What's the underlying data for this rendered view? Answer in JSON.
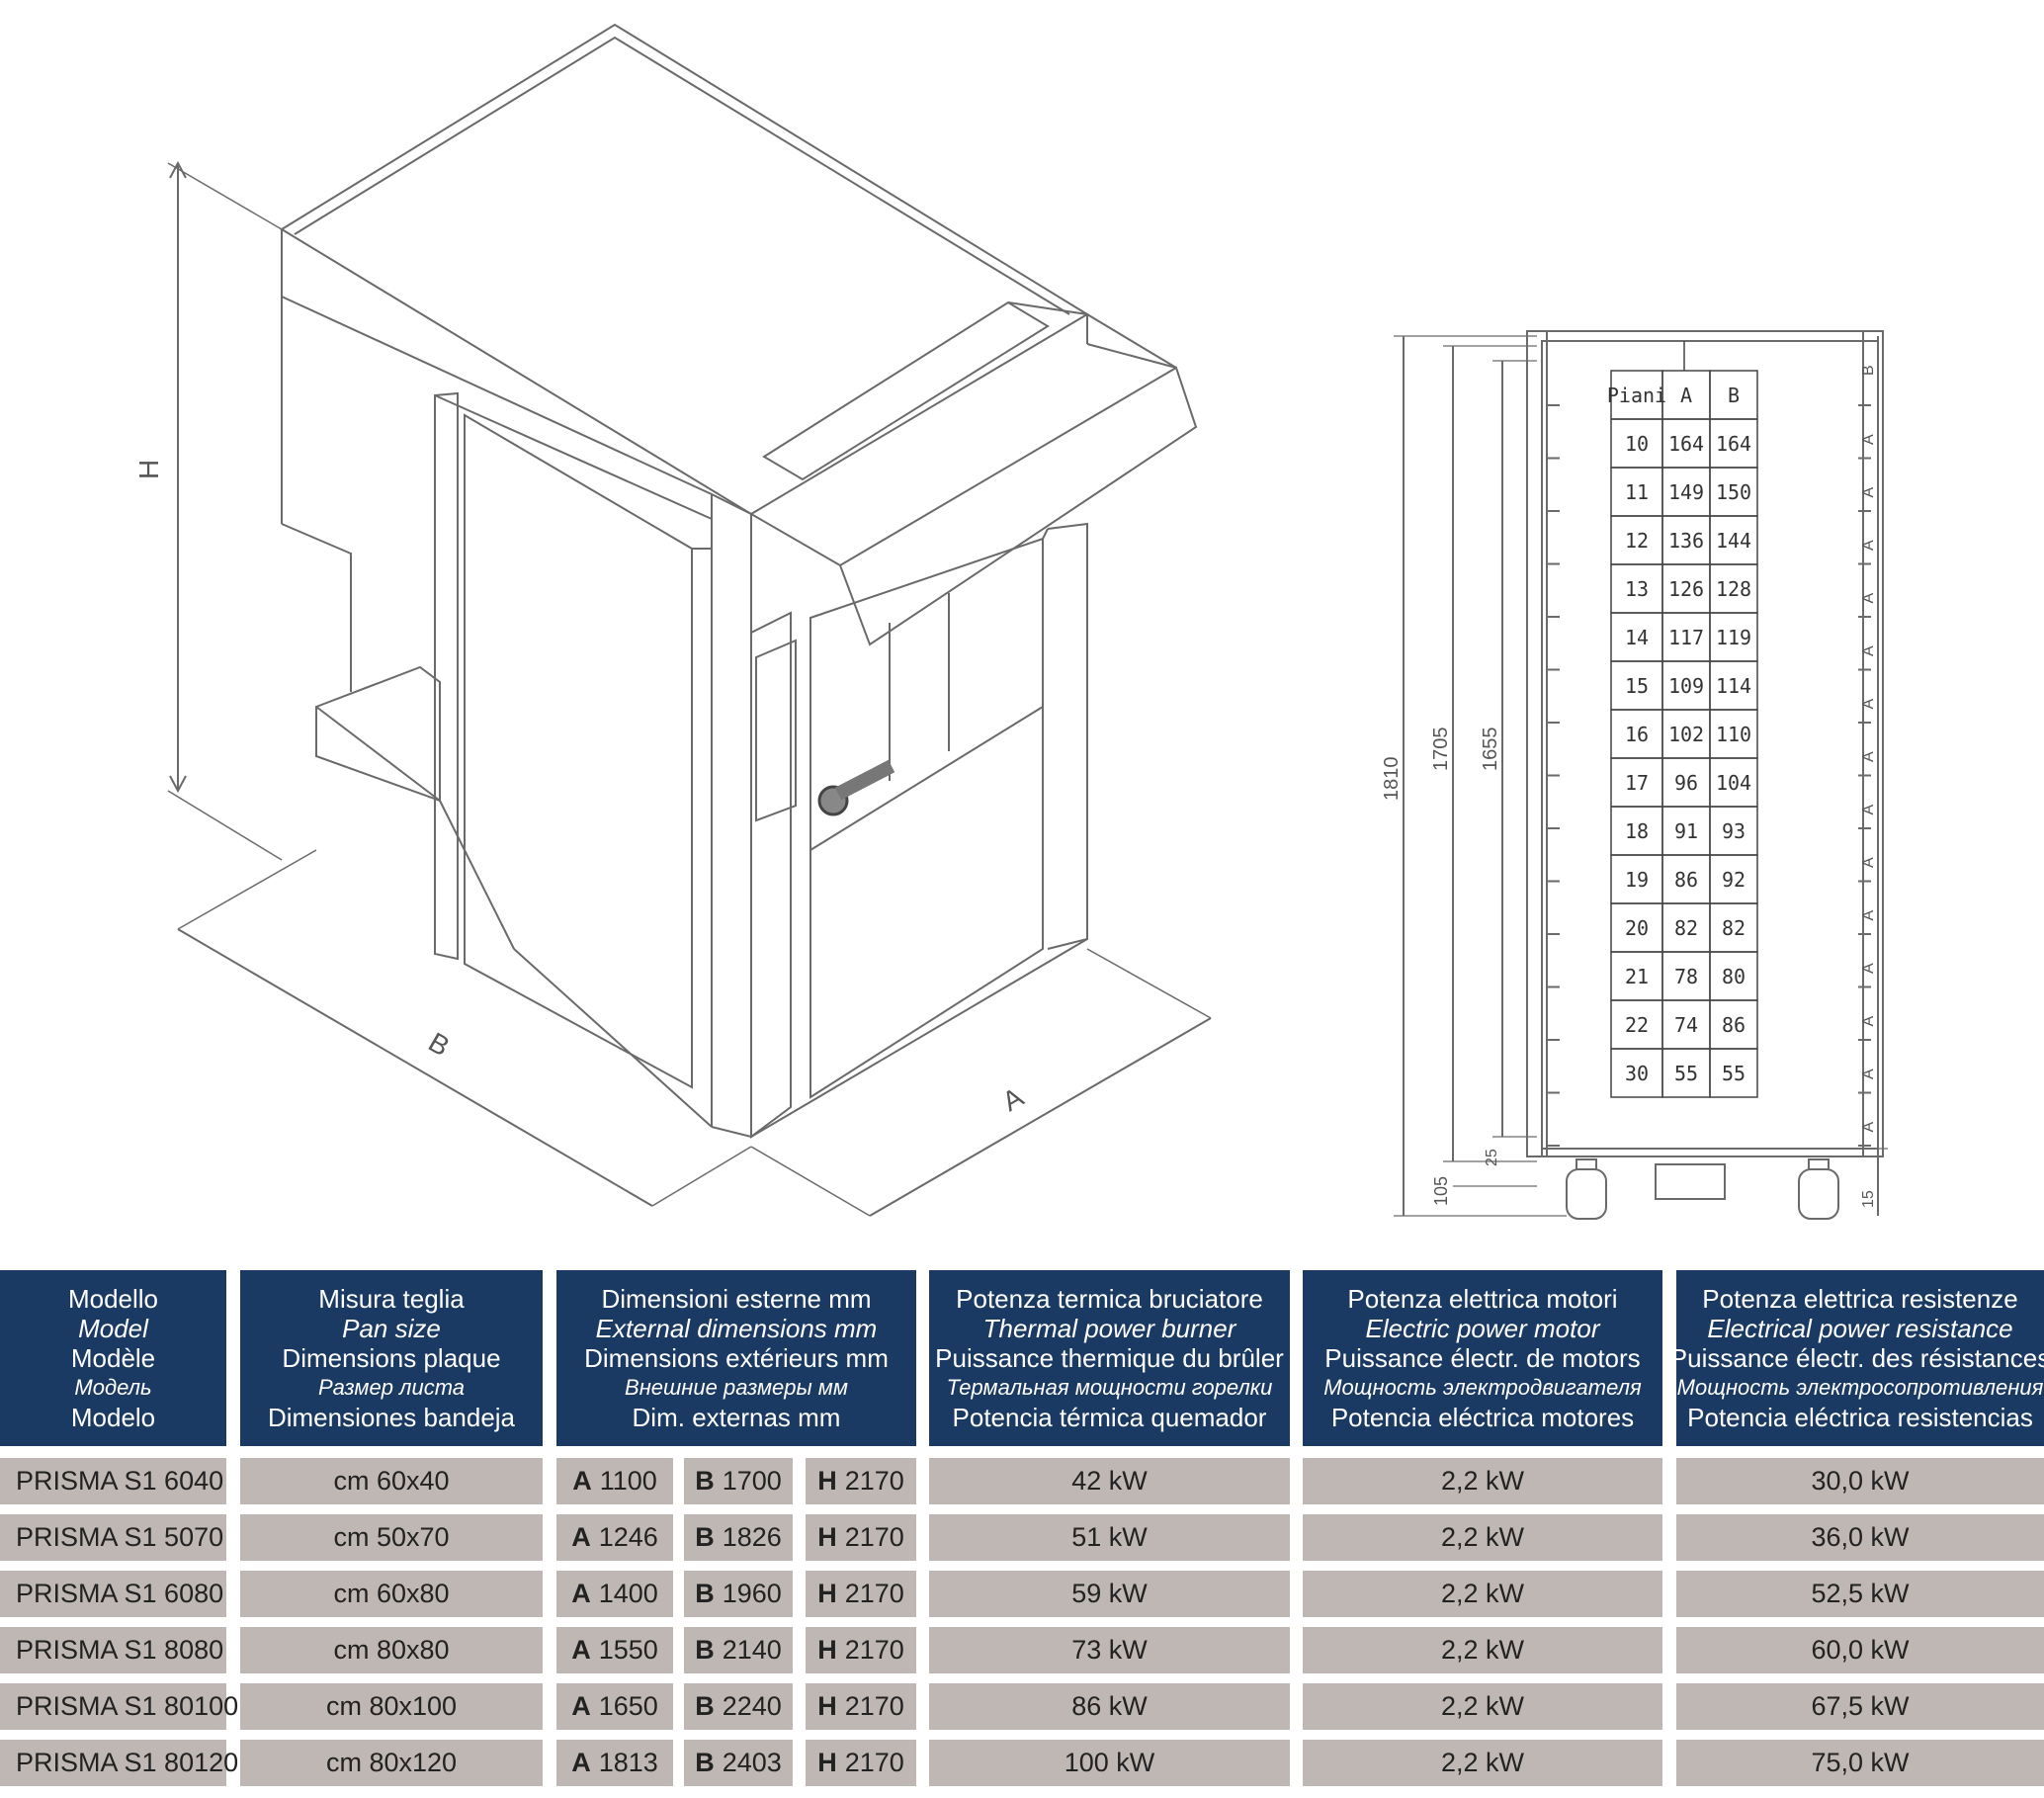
{
  "drawing": {
    "iso_labels": {
      "h": "H",
      "b": "B",
      "a": "A"
    },
    "rack_dims": {
      "d1810": "1810",
      "d1705": "1705",
      "d1655": "1655",
      "d105": "105",
      "d25": "25",
      "d15": "15",
      "side_b": "B",
      "side_a": "A"
    }
  },
  "trays_table": {
    "headers": [
      "Piani",
      "A",
      "B"
    ],
    "rows": [
      [
        "10",
        "164",
        "164"
      ],
      [
        "11",
        "149",
        "150"
      ],
      [
        "12",
        "136",
        "144"
      ],
      [
        "13",
        "126",
        "128"
      ],
      [
        "14",
        "117",
        "119"
      ],
      [
        "15",
        "109",
        "114"
      ],
      [
        "16",
        "102",
        "110"
      ],
      [
        "17",
        "96",
        "104"
      ],
      [
        "18",
        "91",
        "93"
      ],
      [
        "19",
        "86",
        "92"
      ],
      [
        "20",
        "82",
        "82"
      ],
      [
        "21",
        "78",
        "80"
      ],
      [
        "22",
        "74",
        "86"
      ],
      [
        "30",
        "55",
        "55"
      ]
    ]
  },
  "specs": {
    "headers": {
      "model": [
        "Modello",
        "Model",
        "Modèle",
        "Модель",
        "Modelo"
      ],
      "pan": [
        "Misura teglia",
        "Pan size",
        "Dimensions plaque",
        "Размер листа",
        "Dimensiones bandeja"
      ],
      "dims": [
        "Dimensioni esterne mm",
        "External dimensions mm",
        "Dimensions extérieurs mm",
        "Внешние размеры мм",
        "Dim. externas mm"
      ],
      "burner": [
        "Potenza termica bruciatore",
        "Thermal power burner",
        "Puissance thermique du brûler",
        "Термальная мощности горелки",
        "Potencia térmica quemador"
      ],
      "motor": [
        "Potenza elettrica motori",
        "Electric power motor",
        "Puissance électr. de motors",
        "Мощность электродвигателя",
        "Potencia eléctrica motores"
      ],
      "resistance": [
        "Potenza elettrica resistenze",
        "Electrical power resistance",
        "Puissance électr. des résistances",
        "Мощность электросопротивления",
        "Potencia eléctrica resistencias"
      ]
    },
    "dim_letters": {
      "a": "A",
      "b": "B",
      "h": "H"
    },
    "rows": [
      {
        "model": "PRISMA S1 6040",
        "pan": "cm 60x40",
        "a": "1100",
        "b": "1700",
        "h": "2170",
        "burner": "42 kW",
        "motor": "2,2 kW",
        "resistance": "30,0 kW"
      },
      {
        "model": "PRISMA S1 5070",
        "pan": "cm 50x70",
        "a": "1246",
        "b": "1826",
        "h": "2170",
        "burner": "51 kW",
        "motor": "2,2 kW",
        "resistance": "36,0 kW"
      },
      {
        "model": "PRISMA S1 6080",
        "pan": "cm 60x80",
        "a": "1400",
        "b": "1960",
        "h": "2170",
        "burner": "59 kW",
        "motor": "2,2 kW",
        "resistance": "52,5 kW"
      },
      {
        "model": "PRISMA S1 8080",
        "pan": "cm 80x80",
        "a": "1550",
        "b": "2140",
        "h": "2170",
        "burner": "73 kW",
        "motor": "2,2 kW",
        "resistance": "60,0 kW"
      },
      {
        "model": "PRISMA S1 80100",
        "pan": "cm 80x100",
        "a": "1650",
        "b": "2240",
        "h": "2170",
        "burner": "86 kW",
        "motor": "2,2 kW",
        "resistance": "67,5 kW"
      },
      {
        "model": "PRISMA S1 80120",
        "pan": "cm 80x120",
        "a": "1813",
        "b": "2403",
        "h": "2170",
        "burner": "100 kW",
        "motor": "2,2 kW",
        "resistance": "75,0 kW"
      }
    ]
  },
  "colors": {
    "header_bg": "#1a3a63",
    "row_bg": "#bfb7b3",
    "line": "#6a6a6a"
  }
}
